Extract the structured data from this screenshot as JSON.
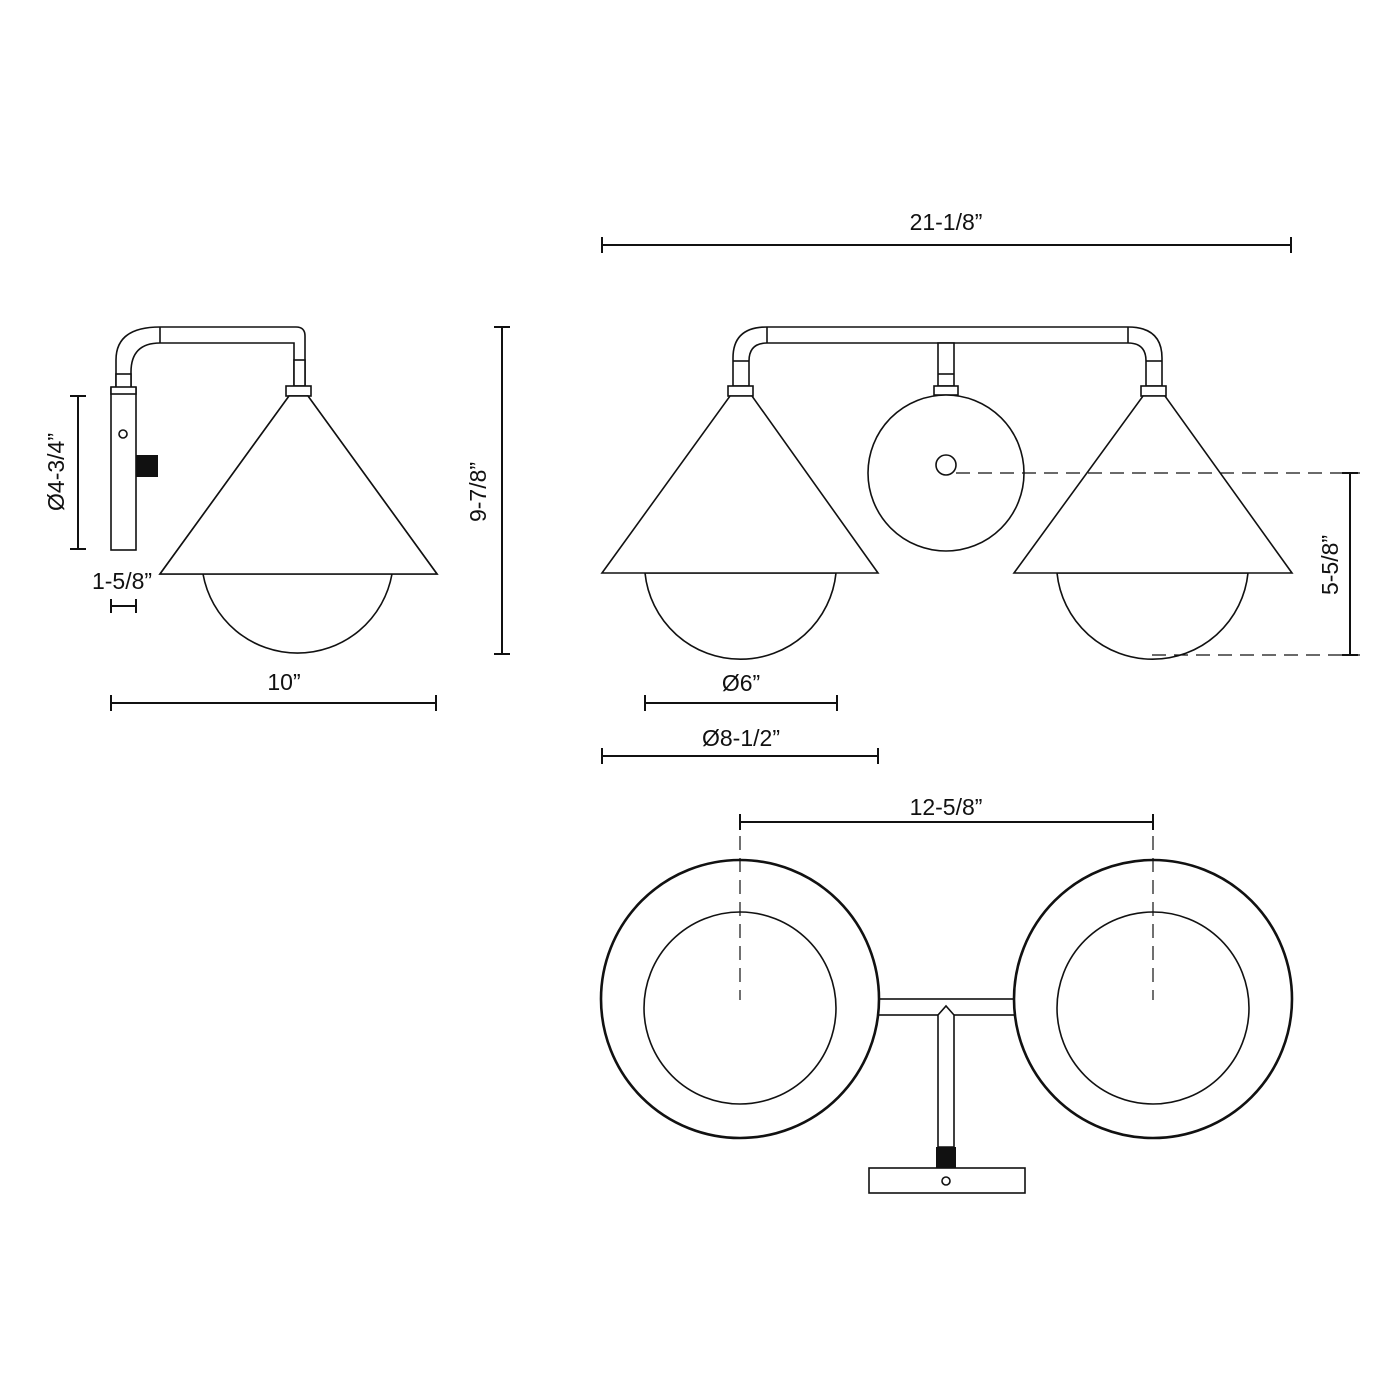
{
  "drawing": {
    "title": "Two-light wall sconce dimension drawing",
    "line_color": "#111111",
    "background": "#ffffff"
  },
  "side_view": {
    "backplate_diameter": "Ø4-3/4”",
    "backplate_depth": "1-5/8”",
    "extension": "10”"
  },
  "front_view": {
    "overall_width": "21-1/8”",
    "overall_height": "9-7/8”",
    "center_to_bottom": "5-5/8”",
    "glass_diameter": "Ø6”",
    "shade_diameter": "Ø8-1/2”"
  },
  "top_view": {
    "center_to_center": "12-5/8”"
  }
}
